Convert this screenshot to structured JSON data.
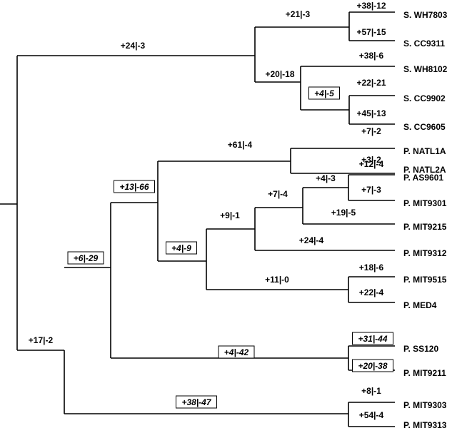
{
  "leaves": [
    {
      "id": "swh7803",
      "name": "S. WH7803"
    },
    {
      "id": "scc9311",
      "name": "S. CC9311"
    },
    {
      "id": "swh8102",
      "name": "S. WH8102"
    },
    {
      "id": "scc9902",
      "name": "S. CC9902"
    },
    {
      "id": "scc9605",
      "name": "S. CC9605"
    },
    {
      "id": "pnatl1a",
      "name": "P. NATL1A"
    },
    {
      "id": "pnatl2a",
      "name": "P. NATL2A"
    },
    {
      "id": "pas9601",
      "name": "P. AS9601"
    },
    {
      "id": "pmit9301",
      "name": "P. MIT9301"
    },
    {
      "id": "pmit9215",
      "name": "P. MIT9215"
    },
    {
      "id": "pmit9312",
      "name": "P. MIT9312"
    },
    {
      "id": "pmit9515",
      "name": "P. MIT9515"
    },
    {
      "id": "pmed4",
      "name": "P. MED4"
    },
    {
      "id": "pss120",
      "name": "P. SS120"
    },
    {
      "id": "pmit9211",
      "name": "P. MIT9211"
    },
    {
      "id": "pmit9303",
      "name": "P. MIT9303"
    },
    {
      "id": "pmit9313",
      "name": "P. MIT9313"
    }
  ],
  "branch_labels": [
    {
      "id": "syn",
      "text": "+24|-3",
      "boxed": false
    },
    {
      "id": "s1",
      "text": "+21|-3",
      "boxed": false
    },
    {
      "id": "swh7803",
      "text": "+38|-12",
      "boxed": false
    },
    {
      "id": "scc9311",
      "text": "+57|-15",
      "boxed": false
    },
    {
      "id": "s2",
      "text": "+20|-18",
      "boxed": false
    },
    {
      "id": "swh8102",
      "text": "+38|-6",
      "boxed": false
    },
    {
      "id": "s3",
      "text": "+4|-5",
      "boxed": true
    },
    {
      "id": "scc9902",
      "text": "+22|-21",
      "boxed": false
    },
    {
      "id": "scc9605",
      "text": "+45|-13",
      "boxed": false
    },
    {
      "id": "pro",
      "text": "+17|-2",
      "boxed": false
    },
    {
      "id": "p1",
      "text": "+6|-29",
      "boxed": true
    },
    {
      "id": "p2",
      "text": "+13|-66",
      "boxed": true
    },
    {
      "id": "p3",
      "text": "+61|-4",
      "boxed": false
    },
    {
      "id": "pnatl1a",
      "text": "+7|-2",
      "boxed": false
    },
    {
      "id": "pnatl2a",
      "text": "+3|-2",
      "boxed": false
    },
    {
      "id": "p4",
      "text": "+4|-9",
      "boxed": true
    },
    {
      "id": "p5",
      "text": "+9|-1",
      "boxed": false
    },
    {
      "id": "p6",
      "text": "+7|-4",
      "boxed": false
    },
    {
      "id": "p7",
      "text": "+4|-3",
      "boxed": false
    },
    {
      "id": "pas9601",
      "text": "+12|-4",
      "boxed": false
    },
    {
      "id": "pmit9301",
      "text": "+7|-3",
      "boxed": false
    },
    {
      "id": "pmit9215",
      "text": "+19|-5",
      "boxed": false
    },
    {
      "id": "pmit9312",
      "text": "+24|-4",
      "boxed": false
    },
    {
      "id": "p8",
      "text": "+11|-0",
      "boxed": false
    },
    {
      "id": "pmit9515",
      "text": "+18|-6",
      "boxed": false
    },
    {
      "id": "pmed4",
      "text": "+22|-4",
      "boxed": false
    },
    {
      "id": "p9",
      "text": "+4|-42",
      "boxed": true
    },
    {
      "id": "pss120",
      "text": "+31|-44",
      "boxed": true
    },
    {
      "id": "pmit9211",
      "text": "+20|-38",
      "boxed": true
    },
    {
      "id": "p10",
      "text": "+38|-47",
      "boxed": true
    },
    {
      "id": "pmit9303",
      "text": "+8|-1",
      "boxed": false
    },
    {
      "id": "pmit9313",
      "text": "+54|-4",
      "boxed": false
    }
  ]
}
